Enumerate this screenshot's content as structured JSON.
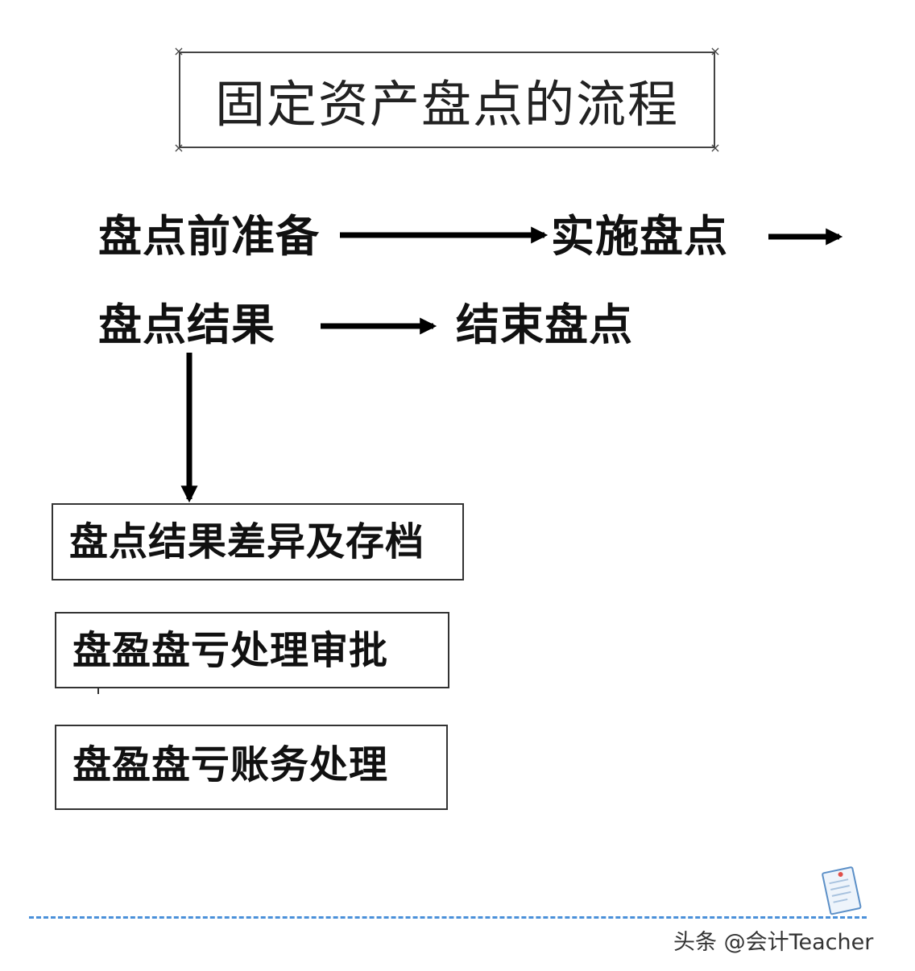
{
  "title": "固定资产盘点的流程",
  "flow": {
    "row1": {
      "step1": "盘点前准备",
      "step2": "实施盘点"
    },
    "row2": {
      "step3": "盘点结果",
      "step4": "结束盘点"
    }
  },
  "boxes": [
    "盘点结果差异及存档",
    "盘盈盘亏处理审批",
    "盘盈盘亏账务处理"
  ],
  "watermark": "头条 @会计Teacher",
  "colors": {
    "dashed_line": "#4a90d9",
    "arrow": "#000000"
  },
  "icons": {
    "document": "document-icon"
  }
}
